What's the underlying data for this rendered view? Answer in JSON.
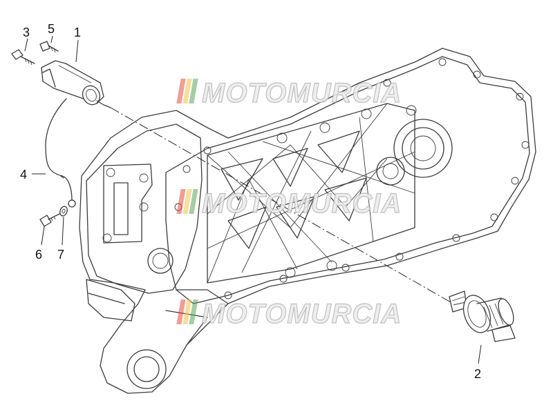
{
  "watermark": {
    "text": "MOTOMURCIA",
    "stripe_colors": [
      "#e94b3c",
      "#f2c14e",
      "#5aa65c"
    ]
  },
  "callouts": [
    {
      "id": "1",
      "label": "1"
    },
    {
      "id": "2",
      "label": "2"
    },
    {
      "id": "3",
      "label": "3"
    },
    {
      "id": "4",
      "label": "4"
    },
    {
      "id": "5",
      "label": "5"
    },
    {
      "id": "6",
      "label": "6"
    },
    {
      "id": "7",
      "label": "7"
    }
  ]
}
